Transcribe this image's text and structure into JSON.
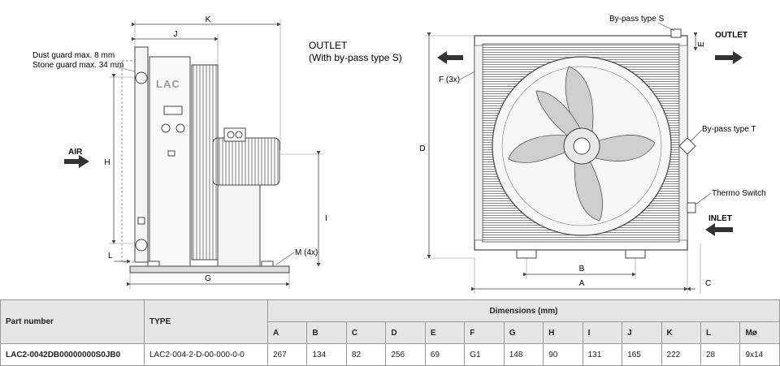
{
  "side_view": {
    "dim_labels": {
      "K": "K",
      "J": "J",
      "H": "H",
      "I": "I",
      "L": "L",
      "G": "G"
    },
    "dust_guard": "Dust guard max. 8 mm",
    "stone_guard": "Stone guard max. 34 mm",
    "air_label": "AIR",
    "brand": "LAC",
    "mount_label": "M (4x)"
  },
  "outlet_caption_line1": "OUTLET",
  "outlet_caption_line2": "(With by-pass type S)",
  "front_view": {
    "bypass_s": "By-pass type S",
    "bypass_t": "By-pass type T",
    "thermo_switch": "Thermo Switch",
    "outlet": "OUTLET",
    "inlet": "INLET",
    "port_label": "F (3x)",
    "dim_labels": {
      "A": "A",
      "B": "B",
      "C": "C",
      "D": "D",
      "E": "E"
    }
  },
  "table": {
    "part_number_header": "Part number",
    "type_header": "TYPE",
    "dimensions_header": "Dimensions (mm)",
    "columns": [
      "A",
      "B",
      "C",
      "D",
      "E",
      "F",
      "G",
      "H",
      "I",
      "J",
      "K",
      "L",
      "Mø"
    ],
    "rows": [
      {
        "part_number": "LAC2-0042DB00000000S0JB0",
        "type": "LAC2-004-2-D-00-000-0-0",
        "values": [
          "267",
          "134",
          "82",
          "256",
          "69",
          "G1",
          "148",
          "90",
          "131",
          "165",
          "222",
          "28",
          "9x14"
        ]
      }
    ]
  },
  "colors": {
    "arrow": "#333333",
    "line": "#444444",
    "table_header": "#e6e6e6"
  }
}
